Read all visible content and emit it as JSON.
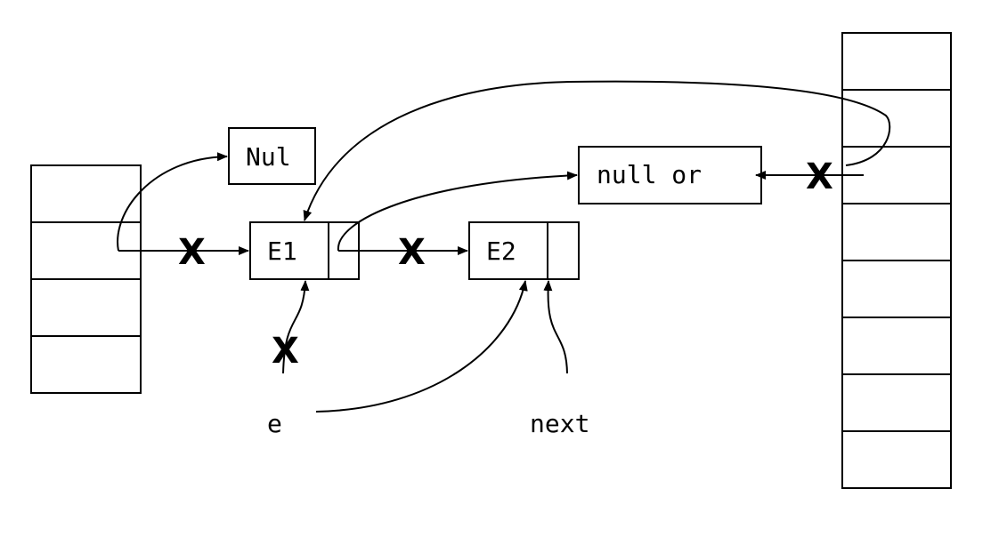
{
  "nodes": {
    "nul_label": "Nul",
    "null_or_label": "null or",
    "e1_label": "E1",
    "e2_label": "E2"
  },
  "pointers": {
    "e_label": "e",
    "next_label": "next"
  },
  "marks": {
    "cross": "X"
  },
  "colors": {
    "ink": "#000000",
    "background": "#ffffff"
  }
}
